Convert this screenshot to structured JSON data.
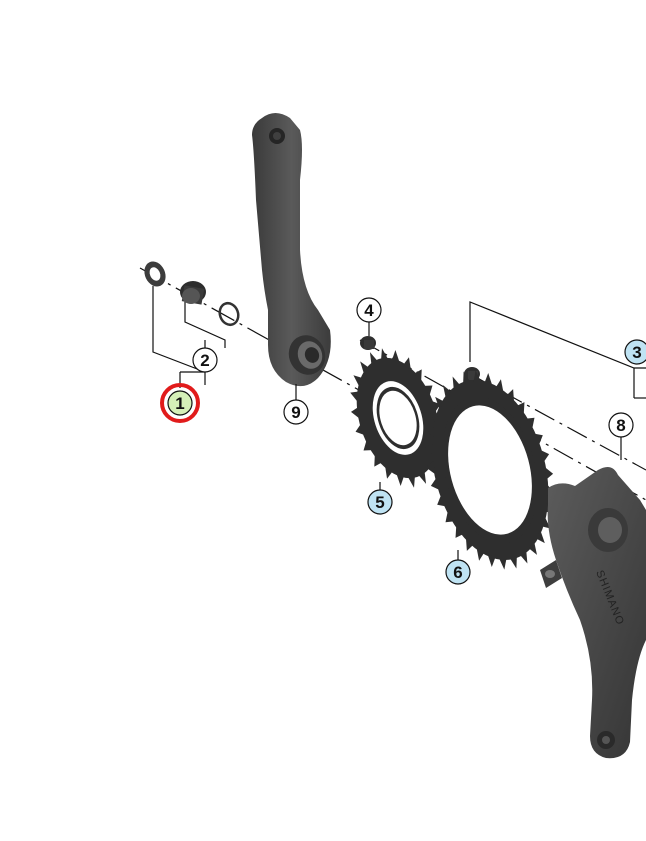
{
  "labels": {
    "l1": "1",
    "l2": "2",
    "l3": "3",
    "l4": "4",
    "l5": "5",
    "l6": "6",
    "l8": "8",
    "l9": "9"
  },
  "brand_text": "SHIMANO",
  "colors": {
    "part": "#4a4a4a",
    "part_dark": "#2f2f2f",
    "line": "#111111",
    "callout_default": "#ffffff",
    "callout_blue": "#bfe3f3",
    "callout_green": "#d5f0b8",
    "highlight_red": "#e11b1b"
  }
}
